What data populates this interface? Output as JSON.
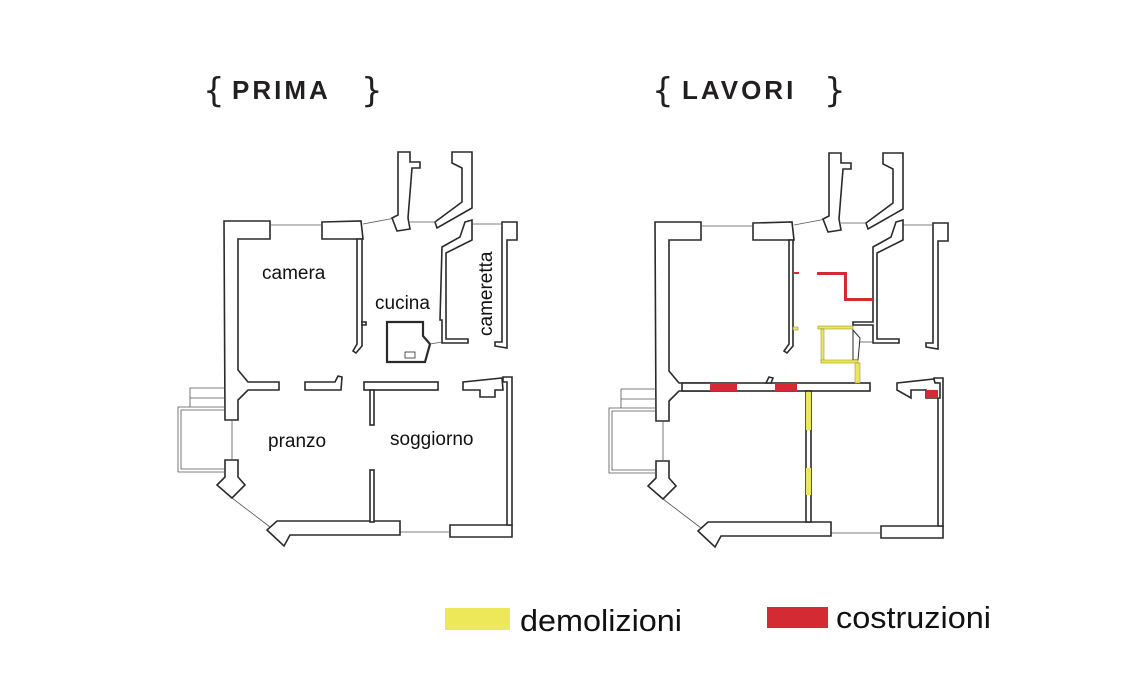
{
  "titles": {
    "before": "PRIMA",
    "works": "LAVORI",
    "brace_open": "{",
    "brace_close": "}"
  },
  "rooms": {
    "camera": "camera",
    "cucina": "cucina",
    "cameretta": "cameretta",
    "pranzo": "pranzo",
    "soggiorno": "soggiorno"
  },
  "legend": [
    {
      "label": "demolizioni",
      "color": "#ece85a"
    },
    {
      "label": "costruzioni",
      "color": "#d42a33"
    }
  ],
  "colors": {
    "wall": "#2a2a2a",
    "demolition": "#ece85a",
    "construction": "#d42a33"
  }
}
